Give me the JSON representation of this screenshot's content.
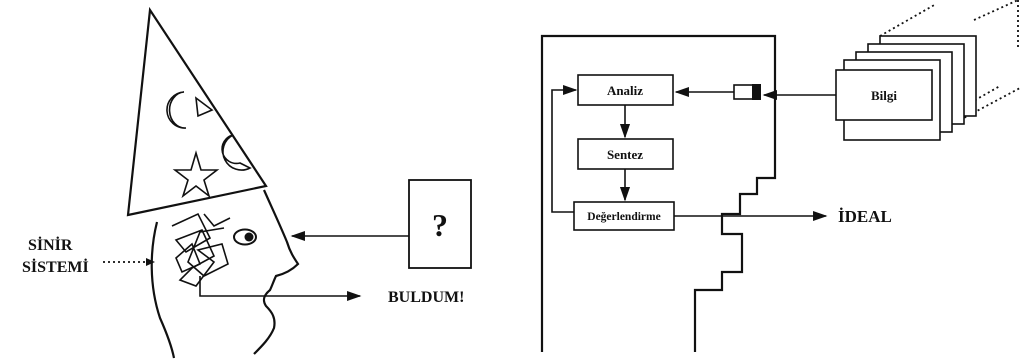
{
  "left": {
    "left_label_line1": "SİNİR",
    "left_label_line2": "SİSTEMİ",
    "question_mark": "?",
    "output_label": "BULDUM!"
  },
  "right": {
    "input_label": "Bilgi",
    "steps": [
      "Analiz",
      "Sentez",
      "Değerlendirme"
    ],
    "output_label": "İDEAL"
  }
}
